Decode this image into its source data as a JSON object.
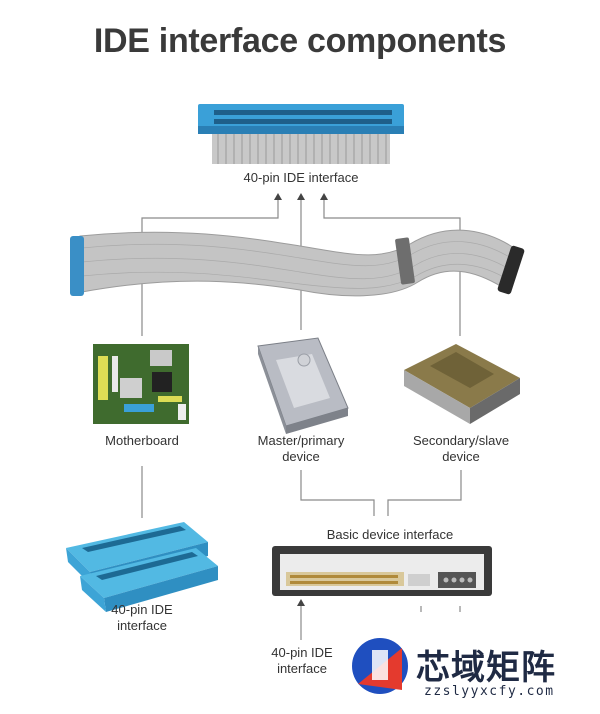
{
  "title": "IDE interface components",
  "labels": {
    "top_connector": "40-pin IDE interface",
    "motherboard": "Motherboard",
    "master_line1": "Master/primary",
    "master_line2": "device",
    "slave_line1": "Secondary/slave",
    "slave_line2": "device",
    "basic_device": "Basic device interface",
    "bottom_left_line1": "40-pin IDE",
    "bottom_left_line2": "interface",
    "bottom_mid_line1": "40-pin IDE",
    "bottom_mid_line2": "interface"
  },
  "watermark": {
    "brand": "芯域矩阵",
    "url": "zzslyyxcfy.com"
  },
  "colors": {
    "connector_blue": "#3aa0d8",
    "connector_dark": "#2a7fb5",
    "cable_gray": "#bdbdbd",
    "pcb_green": "#3f6b2e",
    "line_gray": "#888888"
  }
}
